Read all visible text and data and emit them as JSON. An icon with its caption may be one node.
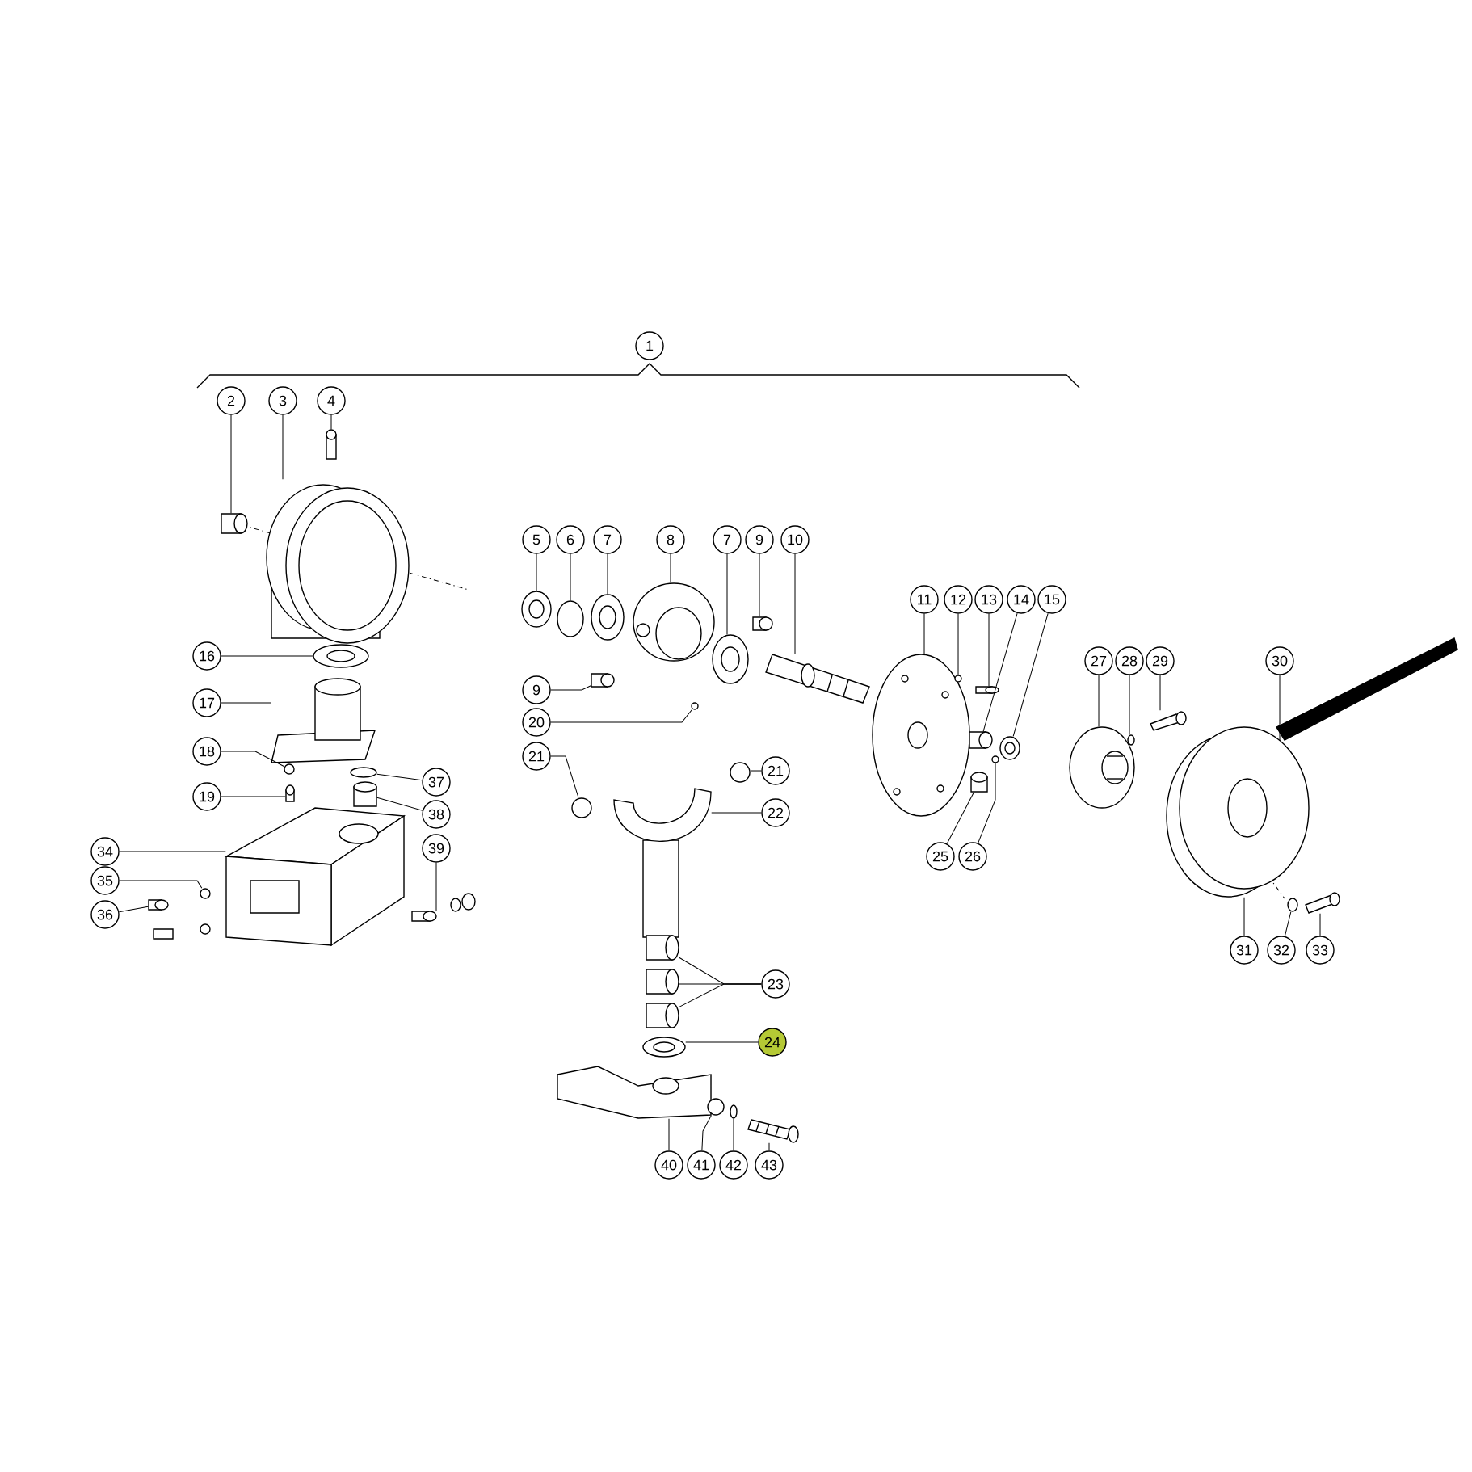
{
  "diagram": {
    "nodes": [
      {
        "text": [
          "1"
        ]
      },
      {
        "text": [
          "2"
        ]
      },
      {
        "text": [
          "3"
        ]
      },
      {
        "text": [
          "4"
        ]
      },
      {
        "text": [
          "5"
        ]
      },
      {
        "text": [
          "6"
        ]
      },
      {
        "text": [
          "7"
        ]
      },
      {
        "text": [
          "8"
        ]
      },
      {
        "text": [
          "7"
        ]
      },
      {
        "text": [
          "9"
        ]
      },
      {
        "text": [
          "10"
        ]
      },
      {
        "text": [
          "11"
        ]
      },
      {
        "text": [
          "12"
        ]
      },
      {
        "text": [
          "13"
        ]
      },
      {
        "text": [
          "14"
        ]
      },
      {
        "text": [
          "15"
        ]
      },
      {
        "text": [
          "16"
        ]
      },
      {
        "text": [
          "27"
        ]
      },
      {
        "text": [
          "28"
        ]
      },
      {
        "text": [
          "29"
        ]
      },
      {
        "text": [
          "30"
        ]
      },
      {
        "text": [
          "9"
        ]
      },
      {
        "text": [
          "17"
        ]
      },
      {
        "text": [
          "20"
        ]
      },
      {
        "text": [
          "18"
        ]
      },
      {
        "text": [
          "21"
        ]
      },
      {
        "text": [
          "21"
        ]
      },
      {
        "text": [
          "37"
        ]
      },
      {
        "text": [
          "19"
        ]
      },
      {
        "text": [
          "22"
        ]
      },
      {
        "text": [
          "38"
        ]
      },
      {
        "text": [
          "39"
        ]
      },
      {
        "text": [
          "34"
        ]
      },
      {
        "text": [
          "25"
        ]
      },
      {
        "text": [
          "26"
        ]
      },
      {
        "text": [
          "35"
        ]
      },
      {
        "text": [
          "36"
        ]
      },
      {
        "text": [
          "31"
        ]
      },
      {
        "text": [
          "32"
        ]
      },
      {
        "text": [
          "33"
        ]
      },
      {
        "text": [
          "23"
        ]
      },
      {
        "text": [
          "24"
        ]
      },
      {
        "text": [
          "40"
        ]
      },
      {
        "text": [
          "41"
        ]
      },
      {
        "text": [
          "42"
        ]
      },
      {
        "text": [
          "43"
        ]
      },
      {
        "text": [],
        "shape": "cylinder"
      },
      {
        "text": [],
        "shape": "picture"
      },
      {
        "text": [],
        "shape": "cylinder"
      },
      {
        "text": [],
        "shape": "ring"
      },
      {
        "text": [],
        "shape": "circle"
      },
      {
        "text": [],
        "shape": "ring"
      },
      {
        "text": [],
        "shape": "picture"
      },
      {
        "text": [],
        "shape": "ring"
      },
      {
        "text": [],
        "shape": "cylinder"
      },
      {
        "text": [],
        "shape": "picture"
      },
      {
        "text": [],
        "shape": "picture"
      },
      {
        "text": [],
        "shape": "circle"
      },
      {
        "text": [],
        "shape": "cylinder"
      },
      {
        "text": [],
        "shape": "cylinder"
      },
      {
        "text": [],
        "shape": "ring"
      },
      {
        "text": [],
        "shape": "ring"
      },
      {
        "text": [],
        "shape": "picture"
      },
      {
        "text": [],
        "shape": "circle"
      },
      {
        "text": [],
        "shape": "picture"
      },
      {
        "text": [],
        "shape": "picture"
      },
      {
        "text": [],
        "shape": "cylinder"
      },
      {
        "text": [],
        "shape": "picture"
      },
      {
        "text": [],
        "shape": "circle"
      },
      {
        "text": [],
        "shape": "circle"
      },
      {
        "text": [],
        "shape": "circle"
      },
      {
        "text": [],
        "shape": "circle"
      },
      {
        "text": [],
        "shape": "circle"
      },
      {
        "text": [],
        "shape": "cylinder"
      },
      {
        "text": [],
        "shape": "picture"
      },
      {
        "text": [],
        "shape": "cylinder"
      },
      {
        "text": [],
        "shape": "cylinder"
      },
      {
        "text": [],
        "shape": "picture"
      },
      {
        "text": [],
        "shape": "cylinder"
      },
      {
        "text": [],
        "shape": "circle"
      },
      {
        "text": [],
        "shape": "circle"
      },
      {
        "text": [],
        "shape": "cylinder"
      },
      {
        "text": [],
        "shape": "picture"
      },
      {
        "text": [],
        "shape": "circle"
      },
      {
        "text": [],
        "shape": "picture"
      },
      {
        "text": [],
        "shape": "cylinder"
      },
      {
        "text": [],
        "shape": "cylinder"
      },
      {
        "text": [],
        "shape": "cylinder"
      },
      {
        "text": [],
        "shape": "ring"
      },
      {
        "text": [],
        "shape": "picture"
      },
      {
        "text": [],
        "shape": "circle"
      },
      {
        "text": [],
        "shape": "circle"
      },
      {
        "text": [],
        "shape": "picture"
      }
    ],
    "edges": [
      {
        "from": 1,
        "to": 46,
        "arrow": "none"
      },
      {
        "from": 2,
        "to": 47,
        "arrow": "none"
      },
      {
        "from": 3,
        "to": 48,
        "arrow": "none"
      },
      {
        "from": 4,
        "to": 49,
        "arrow": "none"
      },
      {
        "from": 5,
        "to": 50,
        "arrow": "none"
      },
      {
        "from": 6,
        "to": 51,
        "arrow": "none"
      },
      {
        "from": 7,
        "to": 52,
        "arrow": "none"
      },
      {
        "from": 8,
        "to": 53,
        "arrow": "none"
      },
      {
        "from": 9,
        "to": 54,
        "arrow": "none"
      },
      {
        "from": 10,
        "to": 55,
        "arrow": "none"
      },
      {
        "from": 11,
        "to": 56,
        "arrow": "none"
      },
      {
        "from": 12,
        "to": 57,
        "arrow": "none"
      },
      {
        "from": 13,
        "to": 58,
        "arrow": "none"
      },
      {
        "from": 14,
        "to": 59,
        "arrow": "none"
      },
      {
        "from": 15,
        "to": 60,
        "arrow": "none"
      },
      {
        "from": 16,
        "to": 61,
        "arrow": "none"
      },
      {
        "from": 17,
        "to": 62,
        "arrow": "none"
      },
      {
        "from": 18,
        "to": 63,
        "arrow": "none"
      },
      {
        "from": 19,
        "to": 64,
        "arrow": "none"
      },
      {
        "from": 20,
        "to": 65,
        "arrow": "none"
      },
      {
        "from": 21,
        "to": 66,
        "arrow": "none"
      },
      {
        "from": 22,
        "to": 67,
        "arrow": "none"
      },
      {
        "from": 23,
        "to": 68,
        "arrow": "none"
      },
      {
        "from": 24,
        "to": 69,
        "arrow": "none"
      },
      {
        "from": 25,
        "to": 70,
        "arrow": "none"
      },
      {
        "from": 26,
        "to": 71,
        "arrow": "none"
      },
      {
        "from": 27,
        "to": 72,
        "arrow": "none"
      },
      {
        "from": 28,
        "to": 73,
        "arrow": "none"
      },
      {
        "from": 29,
        "to": 74,
        "arrow": "none"
      },
      {
        "from": 30,
        "to": 75,
        "arrow": "none"
      },
      {
        "from": 31,
        "to": 76,
        "arrow": "none"
      },
      {
        "from": 32,
        "to": 77,
        "arrow": "none"
      },
      {
        "from": 33,
        "to": 78,
        "arrow": "none"
      },
      {
        "from": 34,
        "to": 79,
        "arrow": "none"
      },
      {
        "from": 35,
        "to": 80,
        "arrow": "none"
      },
      {
        "from": 36,
        "to": 81,
        "arrow": "none"
      },
      {
        "from": 37,
        "to": 82,
        "arrow": "none"
      },
      {
        "from": 38,
        "to": 83,
        "arrow": "none"
      },
      {
        "from": 39,
        "to": 84,
        "arrow": "none"
      },
      {
        "from": 40,
        "to": 85,
        "arrow": "none"
      },
      {
        "from": 40,
        "to": 86,
        "arrow": "none"
      },
      {
        "from": 40,
        "to": 87,
        "arrow": "none"
      },
      {
        "from": 41,
        "to": 88,
        "arrow": "none"
      },
      {
        "from": 42,
        "to": 89,
        "arrow": "none"
      },
      {
        "from": 43,
        "to": 90,
        "arrow": "none"
      },
      {
        "from": 44,
        "to": 91,
        "arrow": "none"
      },
      {
        "from": 45,
        "to": 92,
        "arrow": "none"
      }
    ]
  }
}
